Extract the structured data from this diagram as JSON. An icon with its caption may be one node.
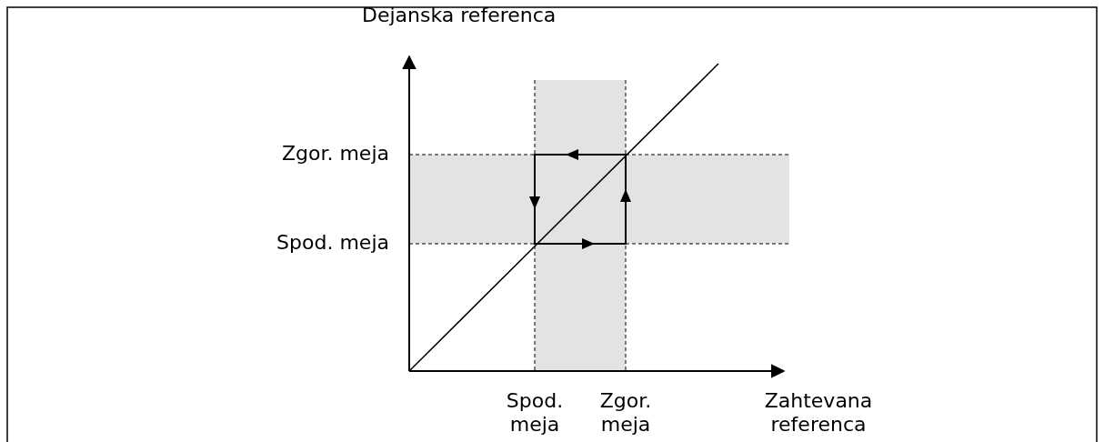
{
  "diagram": {
    "labels": [
      "Dejanska referenca",
      "Zgor. meja",
      "Spod. meja",
      "Spod. meja",
      "Zgor. meja",
      "Zahtevana referenca"
    ]
  }
}
